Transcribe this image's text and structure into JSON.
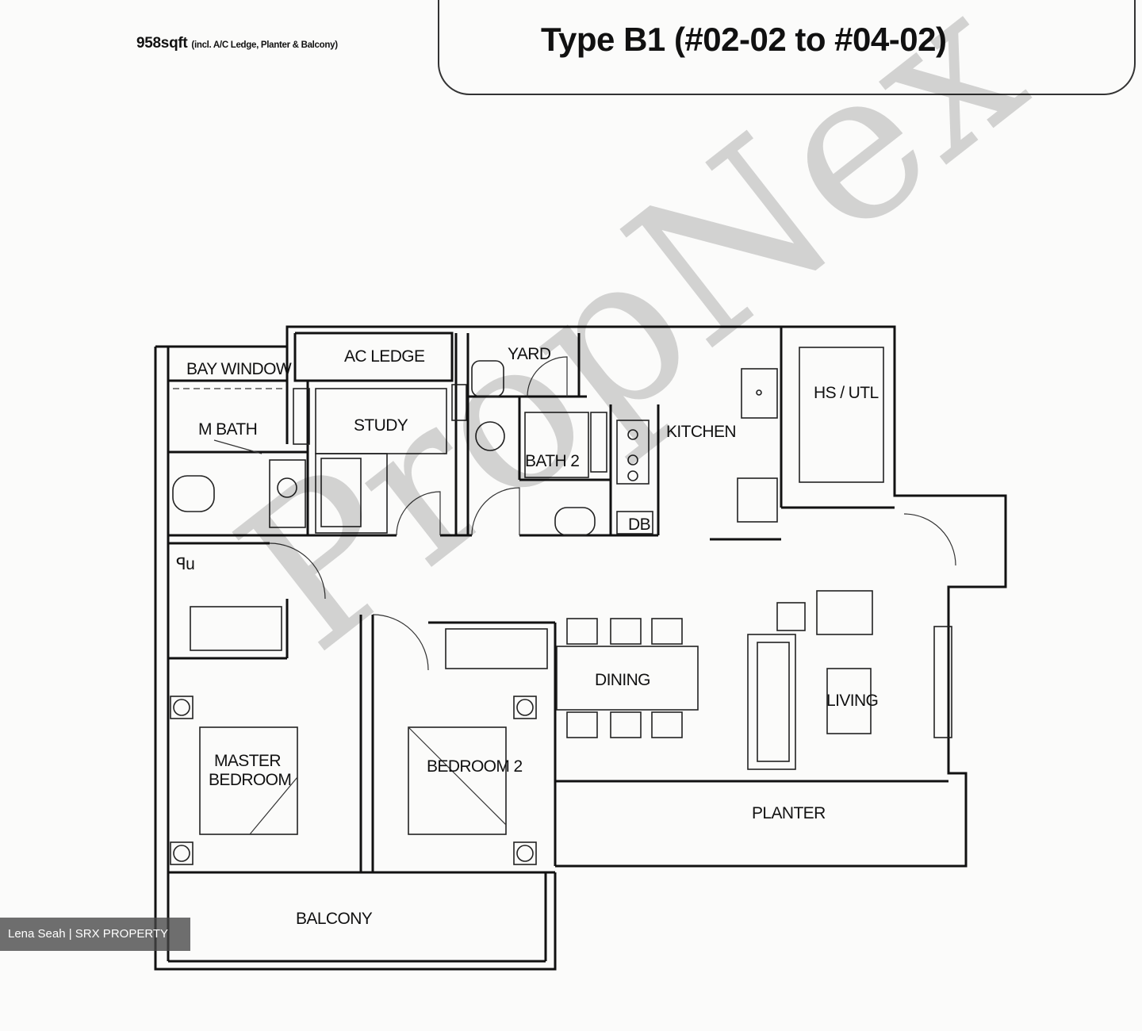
{
  "header": {
    "area": "958sqft",
    "area_note": "(incl. A/C Ledge, Planter & Balcony)",
    "unit_type": "Type B1 (#02-02 to #04-02)"
  },
  "rooms": {
    "bay_window": "BAY WINDOW",
    "ac_ledge": "AC LEDGE",
    "yard": "YARD",
    "hs_utl": "HS / UTL",
    "m_bath": "M BATH",
    "study": "STUDY",
    "bath2": "BATH 2",
    "kitchen": "KITCHEN",
    "db": "DB",
    "wic": "ꟼu",
    "dining": "DINING",
    "living": "LIVING",
    "master_bedroom_line1": "MASTER",
    "master_bedroom_line2": "BEDROOM",
    "bedroom2": "BEDROOM 2",
    "planter": "PLANTER",
    "balcony": "BALCONY"
  },
  "watermark": "PropNex",
  "credit": "Lena Seah | SRX PROPERTY"
}
